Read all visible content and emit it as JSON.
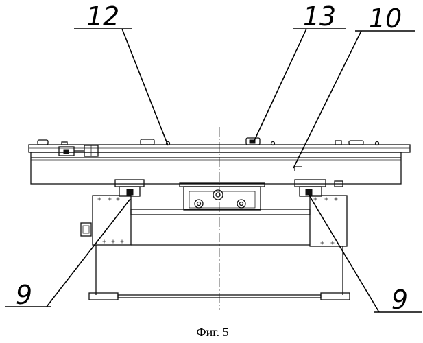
{
  "callouts": {
    "label_12": "12",
    "label_13": "13",
    "label_10": "10",
    "label_9_left": "9",
    "label_9_right": "9"
  },
  "caption": "Фиг. 5"
}
